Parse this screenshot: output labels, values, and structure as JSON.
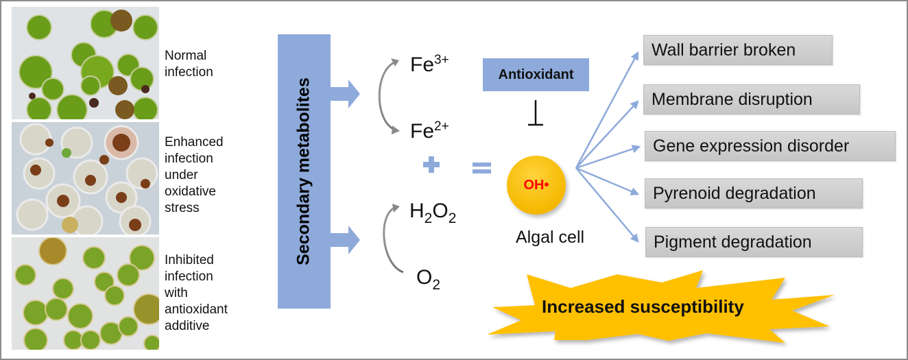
{
  "panels": [
    {
      "caption_lines": [
        "Normal",
        "infection"
      ],
      "image": "microscopy-normal-infection"
    },
    {
      "caption_lines": [
        "Enhanced",
        "infection",
        "under",
        "oxidative",
        "stress"
      ],
      "image": "microscopy-enhanced-infection"
    },
    {
      "caption_lines": [
        "Inhibited",
        "infection",
        "with",
        "antioxidant",
        "additive"
      ],
      "image": "microscopy-inhibited-infection"
    }
  ],
  "source_label": "Secondary metabolites",
  "iron_cycle": {
    "top": "Fe",
    "top_charge": "3+",
    "bottom": "Fe",
    "bottom_charge": "2+"
  },
  "oxygen_cycle": {
    "top_h": "H",
    "top_sub1": "2",
    "top_o": "O",
    "top_sub2": "2",
    "bottom_o": "O",
    "bottom_sub": "2"
  },
  "operators": {
    "plus": "+",
    "equals": "="
  },
  "antioxidant_label": "Antioxidant",
  "inhibit_symbol": "⊥",
  "radical_label": "OH•",
  "cell_label": "Algal cell",
  "effects": [
    "Wall barrier broken",
    "Membrane disruption",
    "Gene expression disorder",
    "Pyrenoid degradation",
    "Pigment degradation"
  ],
  "outcome_label": "Increased susceptibility",
  "colors": {
    "accent_blue": "#8eaadb",
    "arrow_blue": "#8eaadb",
    "radical_yellow": "#ffc000",
    "radical_text": "#ff0000",
    "burst_yellow": "#ffc000",
    "effect_box": "#d0d0d0",
    "cycle_arrow": "#8a8a8a"
  }
}
